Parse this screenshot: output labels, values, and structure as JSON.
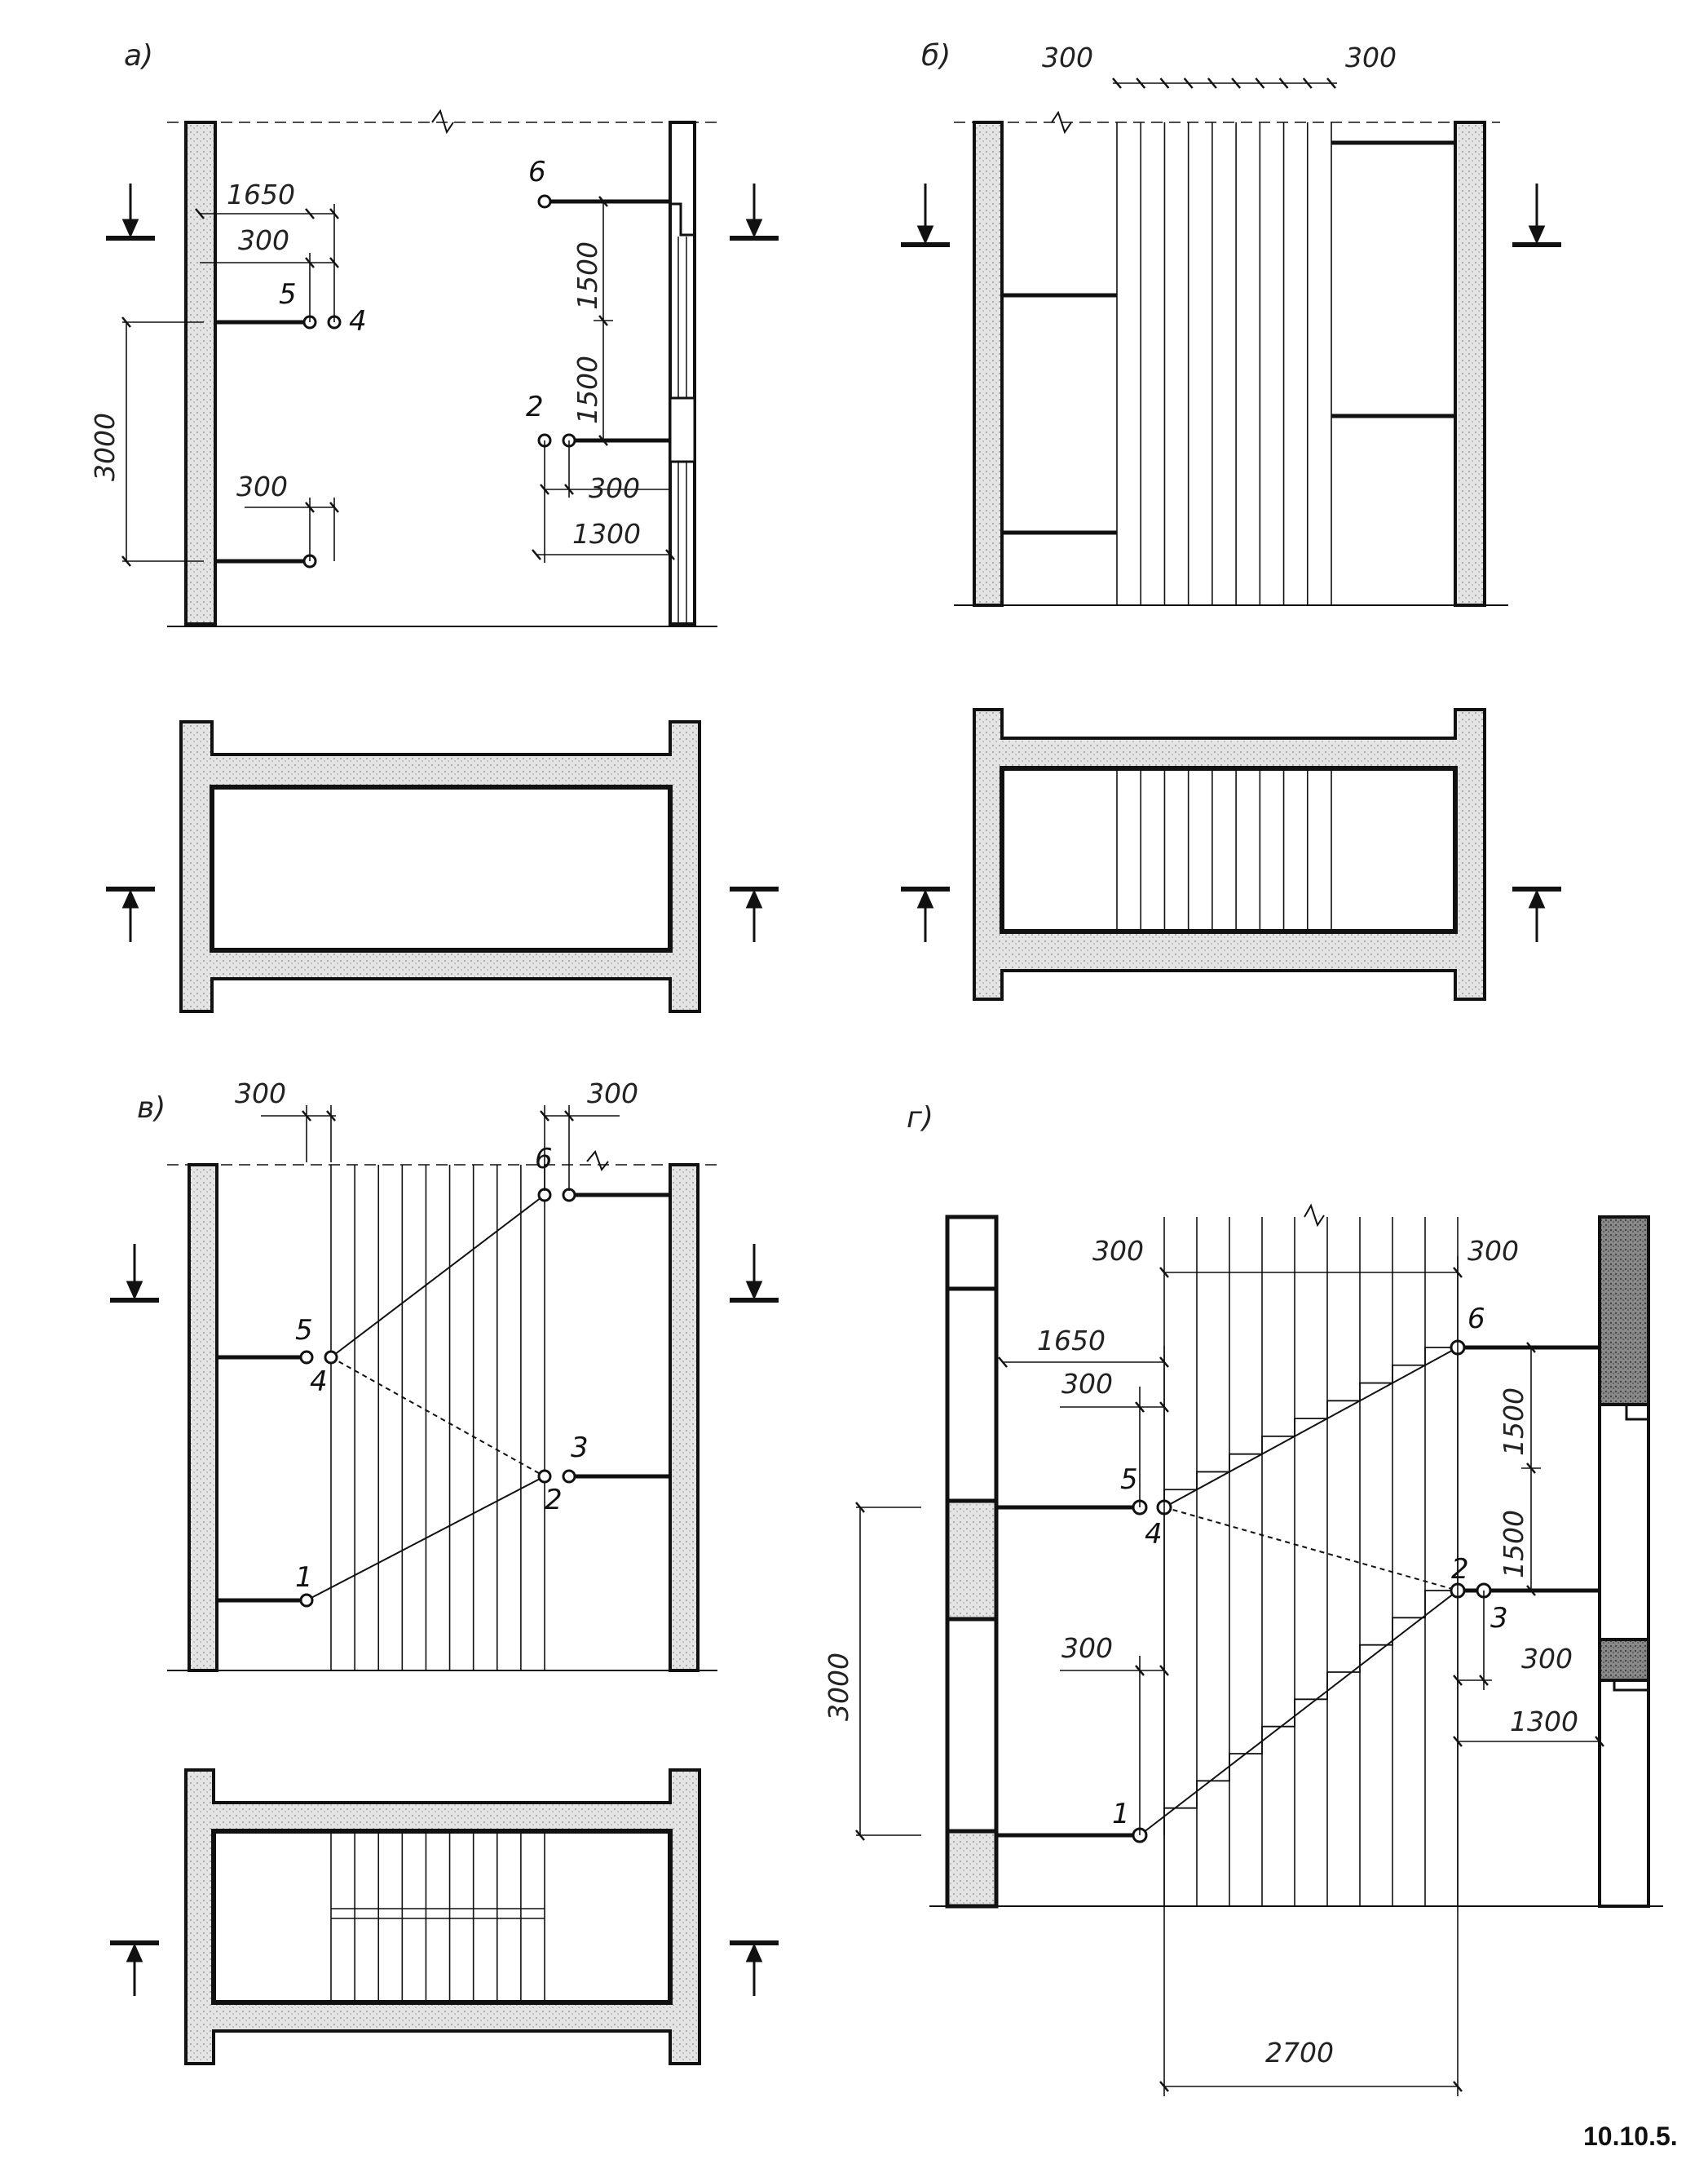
{
  "figure_id": "10.10.5.",
  "panels": {
    "a": {
      "label": "а)"
    },
    "b": {
      "label": "б)"
    },
    "v": {
      "label": "в)"
    },
    "g": {
      "label": "г)"
    }
  },
  "points": {
    "p1": "1",
    "p2": "2",
    "p3": "3",
    "p4": "4",
    "p5": "5",
    "p6": "6"
  },
  "dimensions": {
    "d300": "300",
    "d1300": "1300",
    "d1500": "1500",
    "d1650": "1650",
    "d2700": "2700",
    "d3000": "3000"
  },
  "colors": {
    "line": "#111111",
    "hatch": "#c9c9c9",
    "wall": "#d9d9d9"
  }
}
